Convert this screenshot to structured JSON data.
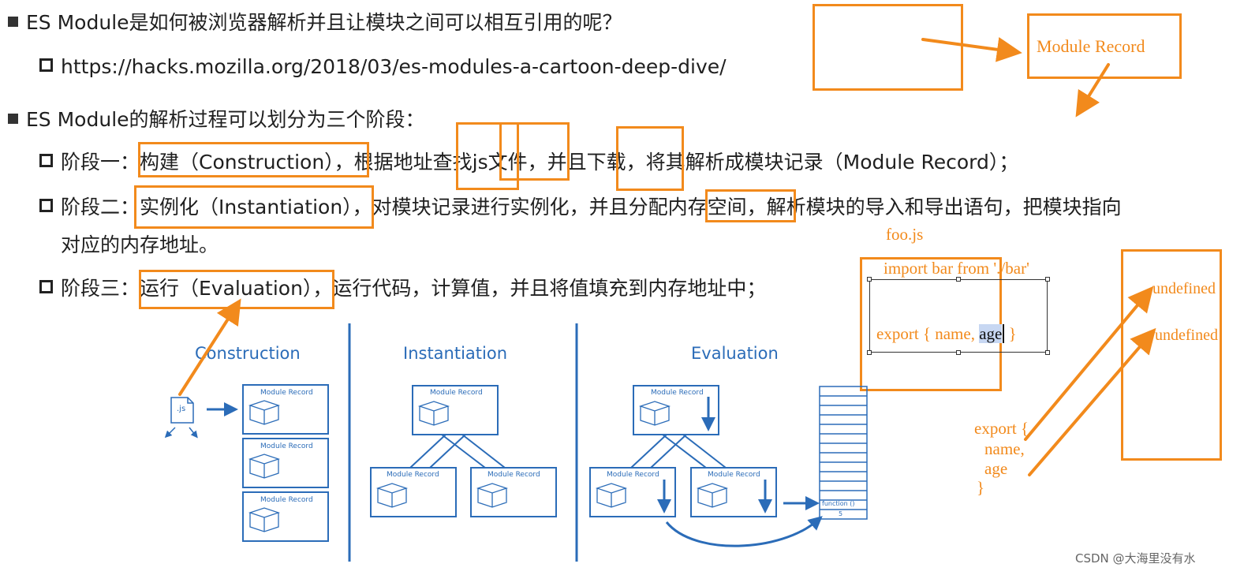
{
  "bullets": {
    "q1": "ES Module是如何被浏览器解析并且让模块之间可以相互引用的呢？",
    "url": "https://hacks.mozilla.org/2018/03/es-modules-a-cartoon-deep-dive/",
    "q2": "ES Module的解析过程可以划分为三个阶段：",
    "stage1": "阶段一：构建（Construction），根据地址查找js文件，并且下载，将其解析成模块记录（Module Record）；",
    "stage2a": "阶段二：实例化（Instantiation），对模块记录进行实例化，并且分配内存空间，解析模块的导入和导出语句，把模块指向",
    "stage2b": "对应的内存地址。",
    "stage3": "阶段三：运行（Evaluation），运行代码，计算值，并且将值填充到内存地址中；"
  },
  "annotations": {
    "module_record": "Module Record",
    "foo_js": "foo.js",
    "import_line": "import bar from './bar'",
    "export_prefix": "export { name,",
    "export_selected": "age",
    "export_suffix": "}",
    "undefined_1": "undefined",
    "undefined_2": "undefined",
    "export_obj_1": "export {",
    "export_obj_2": "name,",
    "export_obj_3": "age",
    "export_obj_4": "}"
  },
  "cartoon": {
    "construction": "Construction",
    "instantiation": "Instantiation",
    "evaluation": "Evaluation",
    "file_label": ".js",
    "module_record": "Module Record",
    "function_label": "function ()",
    "memory_value": "5"
  },
  "watermark": "CSDN @大海里没有水",
  "colors": {
    "accent": "#f28a1c",
    "cartoon": "#2b6cb8",
    "text": "#1f1f1f"
  }
}
